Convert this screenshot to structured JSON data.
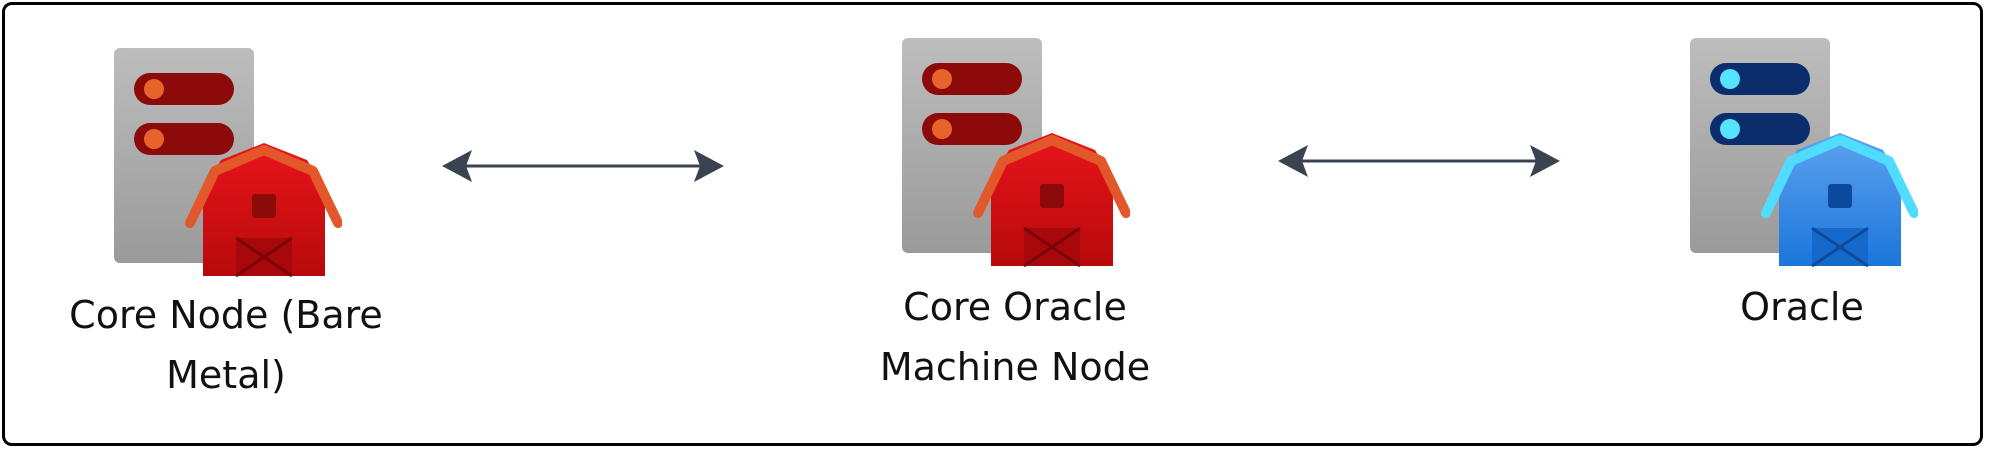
{
  "nodes": [
    {
      "label_line1": "Core Node (Bare",
      "label_line2": "Metal)",
      "theme": "red",
      "icon": "server-barn-icon"
    },
    {
      "label_line1": "Core Oracle",
      "label_line2": "Machine Node",
      "theme": "red",
      "icon": "server-barn-icon"
    },
    {
      "label_line1": "Oracle",
      "label_line2": "",
      "theme": "blue",
      "icon": "server-barn-icon"
    }
  ],
  "connections": [
    {
      "from": "Core Node (Bare Metal)",
      "to": "Core Oracle Machine Node",
      "direction": "bidirectional"
    },
    {
      "from": "Core Oracle Machine Node",
      "to": "Oracle",
      "direction": "bidirectional"
    }
  ],
  "colors": {
    "border": "#000000",
    "arrow": "#3a4450",
    "server_body_top": "#bdbdbd",
    "server_body_bottom": "#9a9a9a",
    "red_slot": "#8c0a0a",
    "red_dot": "#e8632b",
    "red_barn_top": "#e8151c",
    "red_barn_bottom": "#b80a0a",
    "red_roof": "#e2582a",
    "blue_slot": "#0c2d6b",
    "blue_dot": "#55e4ff",
    "blue_barn_top": "#5fa2ee",
    "blue_barn_bottom": "#1a76dc",
    "blue_roof": "#4fdcff"
  }
}
